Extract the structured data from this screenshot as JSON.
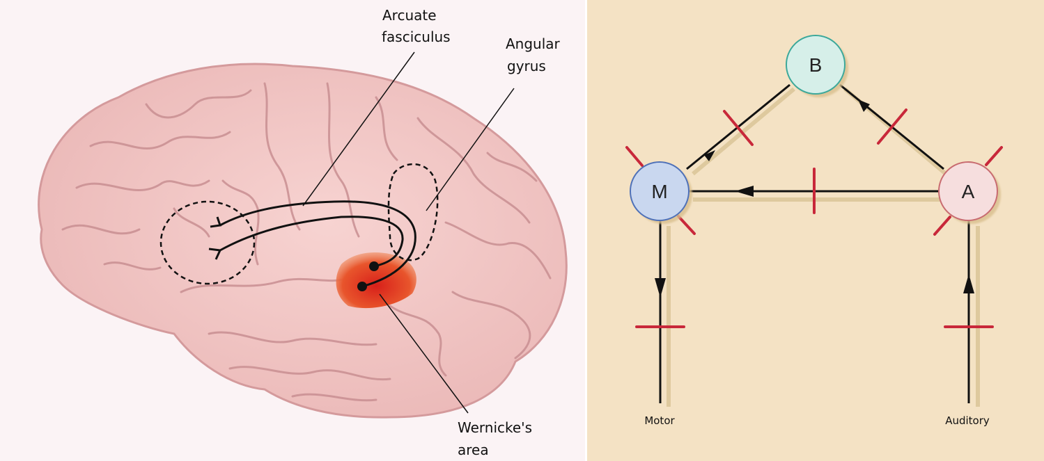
{
  "brain": {
    "labels": {
      "arcuate_line1": "Arcuate",
      "arcuate_line2": "fasciculus",
      "angular_line1": "Angular",
      "angular_line2": "gyrus",
      "wernicke_line1": "Wernicke's",
      "wernicke_line2": "area"
    },
    "colors": {
      "brain_fill": "#f1c7c6",
      "sulci": "#c98f92",
      "wernicke_area": "#e04a26"
    }
  },
  "model": {
    "nodes": {
      "b": "B",
      "m": "M",
      "a": "A"
    },
    "terminals": {
      "motor": "Motor",
      "auditory": "Auditory"
    },
    "colors": {
      "background": "#f4e2c4",
      "node_b": "#d6efe9",
      "node_m": "#c9d7ef",
      "node_a": "#f6dede",
      "lesion_mark": "#c8283a"
    }
  }
}
